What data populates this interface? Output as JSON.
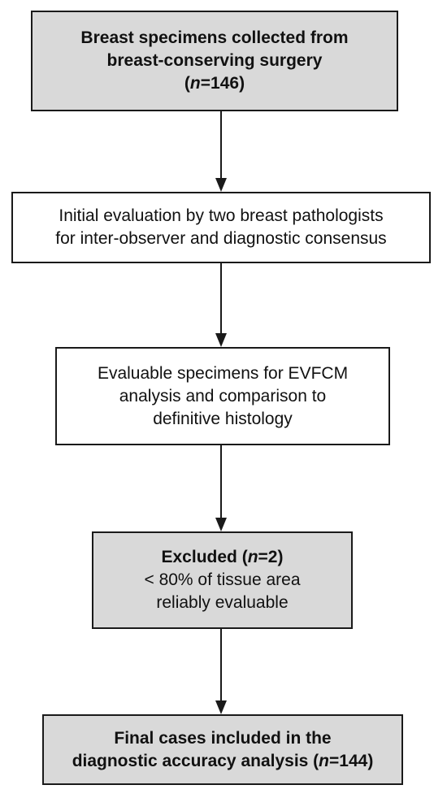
{
  "boxes": {
    "collected": {
      "line1": "Breast specimens collected from",
      "line2": "breast-conserving surgery",
      "n_italic": "n",
      "n_value": "=146"
    },
    "initial_evaluation": {
      "line1": "Initial evaluation by two breast pathologists",
      "line2": "for inter-observer and diagnostic consensus"
    },
    "evaluable": {
      "line1": "Evaluable specimens for EVFCM",
      "line2": "analysis and comparison to",
      "line3": "definitive histology"
    },
    "excluded": {
      "title": "Excluded",
      "n_italic": "n",
      "n_value": "=2",
      "line2": "< 80% of tissue area",
      "line3": "reliably evaluable"
    },
    "final": {
      "line1": "Final cases included in the",
      "line2_prefix": "diagnostic accuracy analysis",
      "n_italic": "n",
      "n_value": "=144"
    }
  },
  "colors": {
    "shaded_fill": "#d9d9d9",
    "plain_fill": "#ffffff",
    "stroke": "#1a1a1a"
  }
}
